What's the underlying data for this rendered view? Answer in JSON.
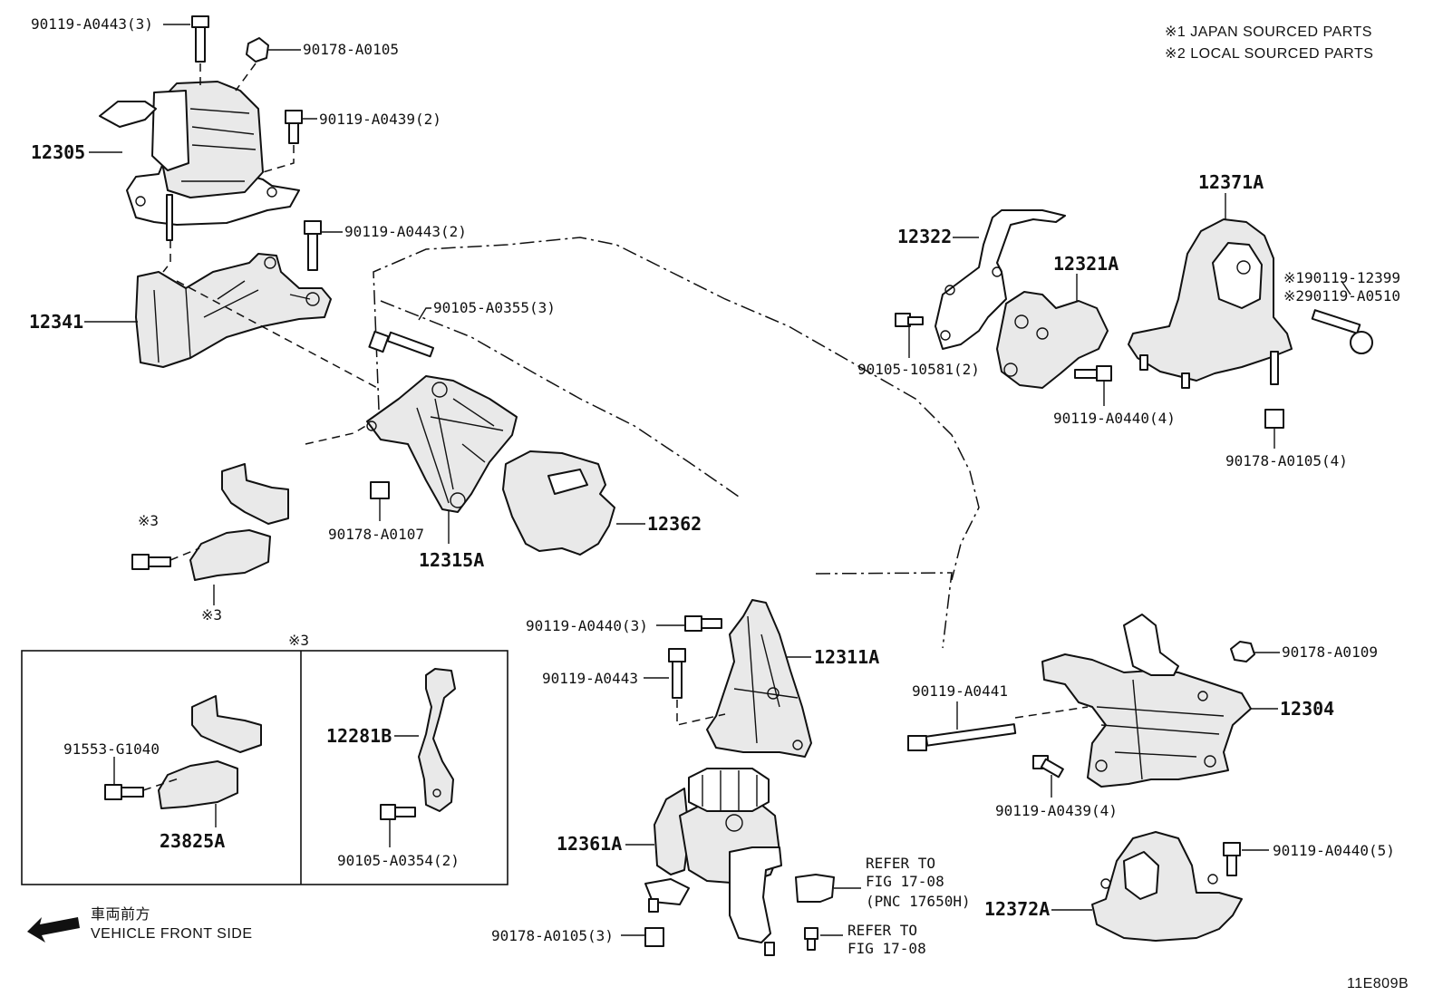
{
  "notes": {
    "note1": "※1 JAPAN SOURCED PARTS",
    "note2": "※2 LOCAL SOURCED PARTS",
    "front_jp": "車両前方",
    "front_en": "VEHICLE FRONT SIDE",
    "fig_code": "11E809B",
    "refer1_a": "REFER TO",
    "refer1_b": "FIG 17-08",
    "refer1_c": "(PNC 17650H)",
    "refer2_a": "REFER TO",
    "refer2_b": "FIG 17-08",
    "mark3_a": "※3",
    "mark3_b": "※3",
    "mark3_c": "※3"
  },
  "labels": {
    "p90119_a0443_3": "90119-A0443(3)",
    "p90178_a0105": "90178-A0105",
    "p90119_a0439_2": "90119-A0439(2)",
    "p12305": "12305",
    "p90119_a0443_2": "90119-A0443(2)",
    "p12341": "12341",
    "p90105_a0355_3": "90105-A0355(3)",
    "p90178_a0107": "90178-A0107",
    "p12315a": "12315A",
    "p12362": "12362",
    "p12322": "12322",
    "p12321a": "12321A",
    "p90105_10581_2": "90105-10581(2)",
    "p90119_a0440_4": "90119-A0440(4)",
    "p12371a": "12371A",
    "p190119_12399": "※190119-12399",
    "p290119_a0510": "※290119-A0510",
    "p90178_a0105_4": "90178-A0105(4)",
    "p90119_a0440_3": "90119-A0440(3)",
    "p90119_a0443": "90119-A0443",
    "p12311a": "12311A",
    "p90119_a0441": "90119-A0441",
    "p90178_a0109": "90178-A0109",
    "p12304": "12304",
    "p90119_a0439_4": "90119-A0439(4)",
    "p12361a": "12361A",
    "p90178_a0105_3": "90178-A0105(3)",
    "p90119_a0440_5": "90119-A0440(5)",
    "p12372a": "12372A",
    "p91553_g1040": "91553-G1040",
    "p23825a": "23825A",
    "p12281b": "12281B",
    "p90105_a0354_2": "90105-A0354(2)"
  }
}
